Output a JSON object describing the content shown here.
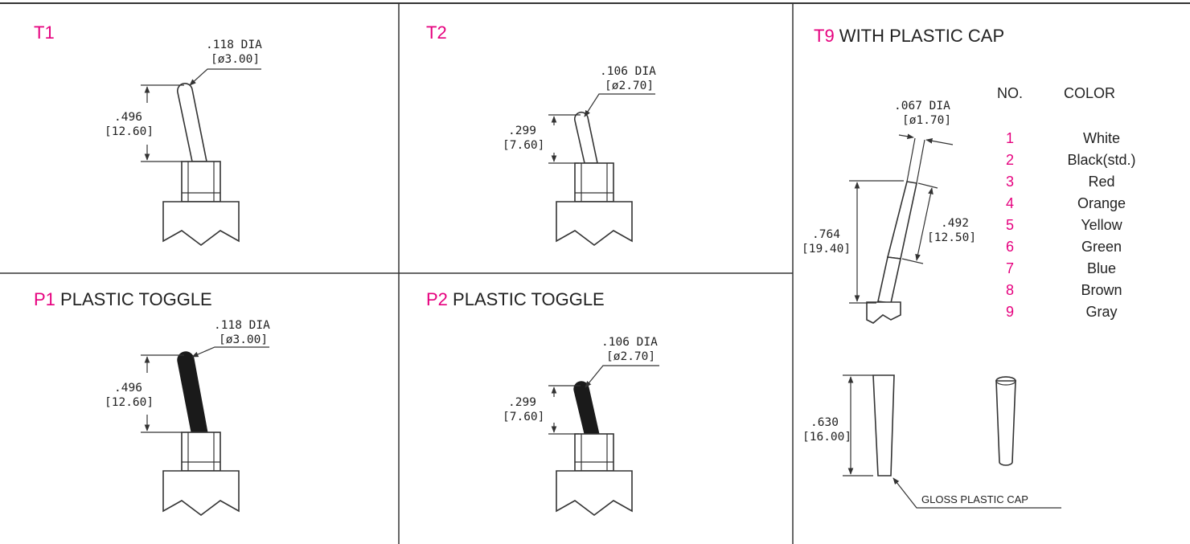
{
  "panels": {
    "t1": {
      "code": "T1",
      "suffix": "",
      "dia_in": ".118 DIA",
      "dia_mm": "[ø3.00]",
      "len_in": ".496",
      "len_mm": "[12.60]"
    },
    "t2": {
      "code": "T2",
      "suffix": "",
      "dia_in": ".106 DIA",
      "dia_mm": "[ø2.70]",
      "len_in": ".299",
      "len_mm": "[7.60]"
    },
    "p1": {
      "code": "P1",
      "suffix": " PLASTIC TOGGLE",
      "dia_in": ".118 DIA",
      "dia_mm": "[ø3.00]",
      "len_in": ".496",
      "len_mm": "[12.60]"
    },
    "p2": {
      "code": "P2",
      "suffix": " PLASTIC TOGGLE",
      "dia_in": ".106 DIA",
      "dia_mm": "[ø2.70]",
      "len_in": ".299",
      "len_mm": "[7.60]"
    },
    "t9": {
      "code": "T9",
      "suffix": " WITH PLASTIC CAP",
      "dia_in": ".067 DIA",
      "dia_mm": "[ø1.70]",
      "total_in": ".764",
      "total_mm": "[19.40]",
      "cap_in": ".492",
      "cap_mm": "[12.50]",
      "len_in": ".630",
      "len_mm": "[16.00]",
      "cap_note": "GLOSS PLASTIC CAP"
    }
  },
  "color_table": {
    "header_no": "NO.",
    "header_color": "COLOR",
    "rows": [
      {
        "no": "1",
        "color": "White"
      },
      {
        "no": "2",
        "color": "Black(std.)"
      },
      {
        "no": "3",
        "color": "Red"
      },
      {
        "no": "4",
        "color": "Orange"
      },
      {
        "no": "5",
        "color": "Yellow"
      },
      {
        "no": "6",
        "color": "Green"
      },
      {
        "no": "7",
        "color": "Blue"
      },
      {
        "no": "8",
        "color": "Brown"
      },
      {
        "no": "9",
        "color": "Gray"
      }
    ]
  },
  "colors": {
    "accent": "#e6007e",
    "line": "#333333",
    "toggle_dark": "#1a1a1a"
  }
}
